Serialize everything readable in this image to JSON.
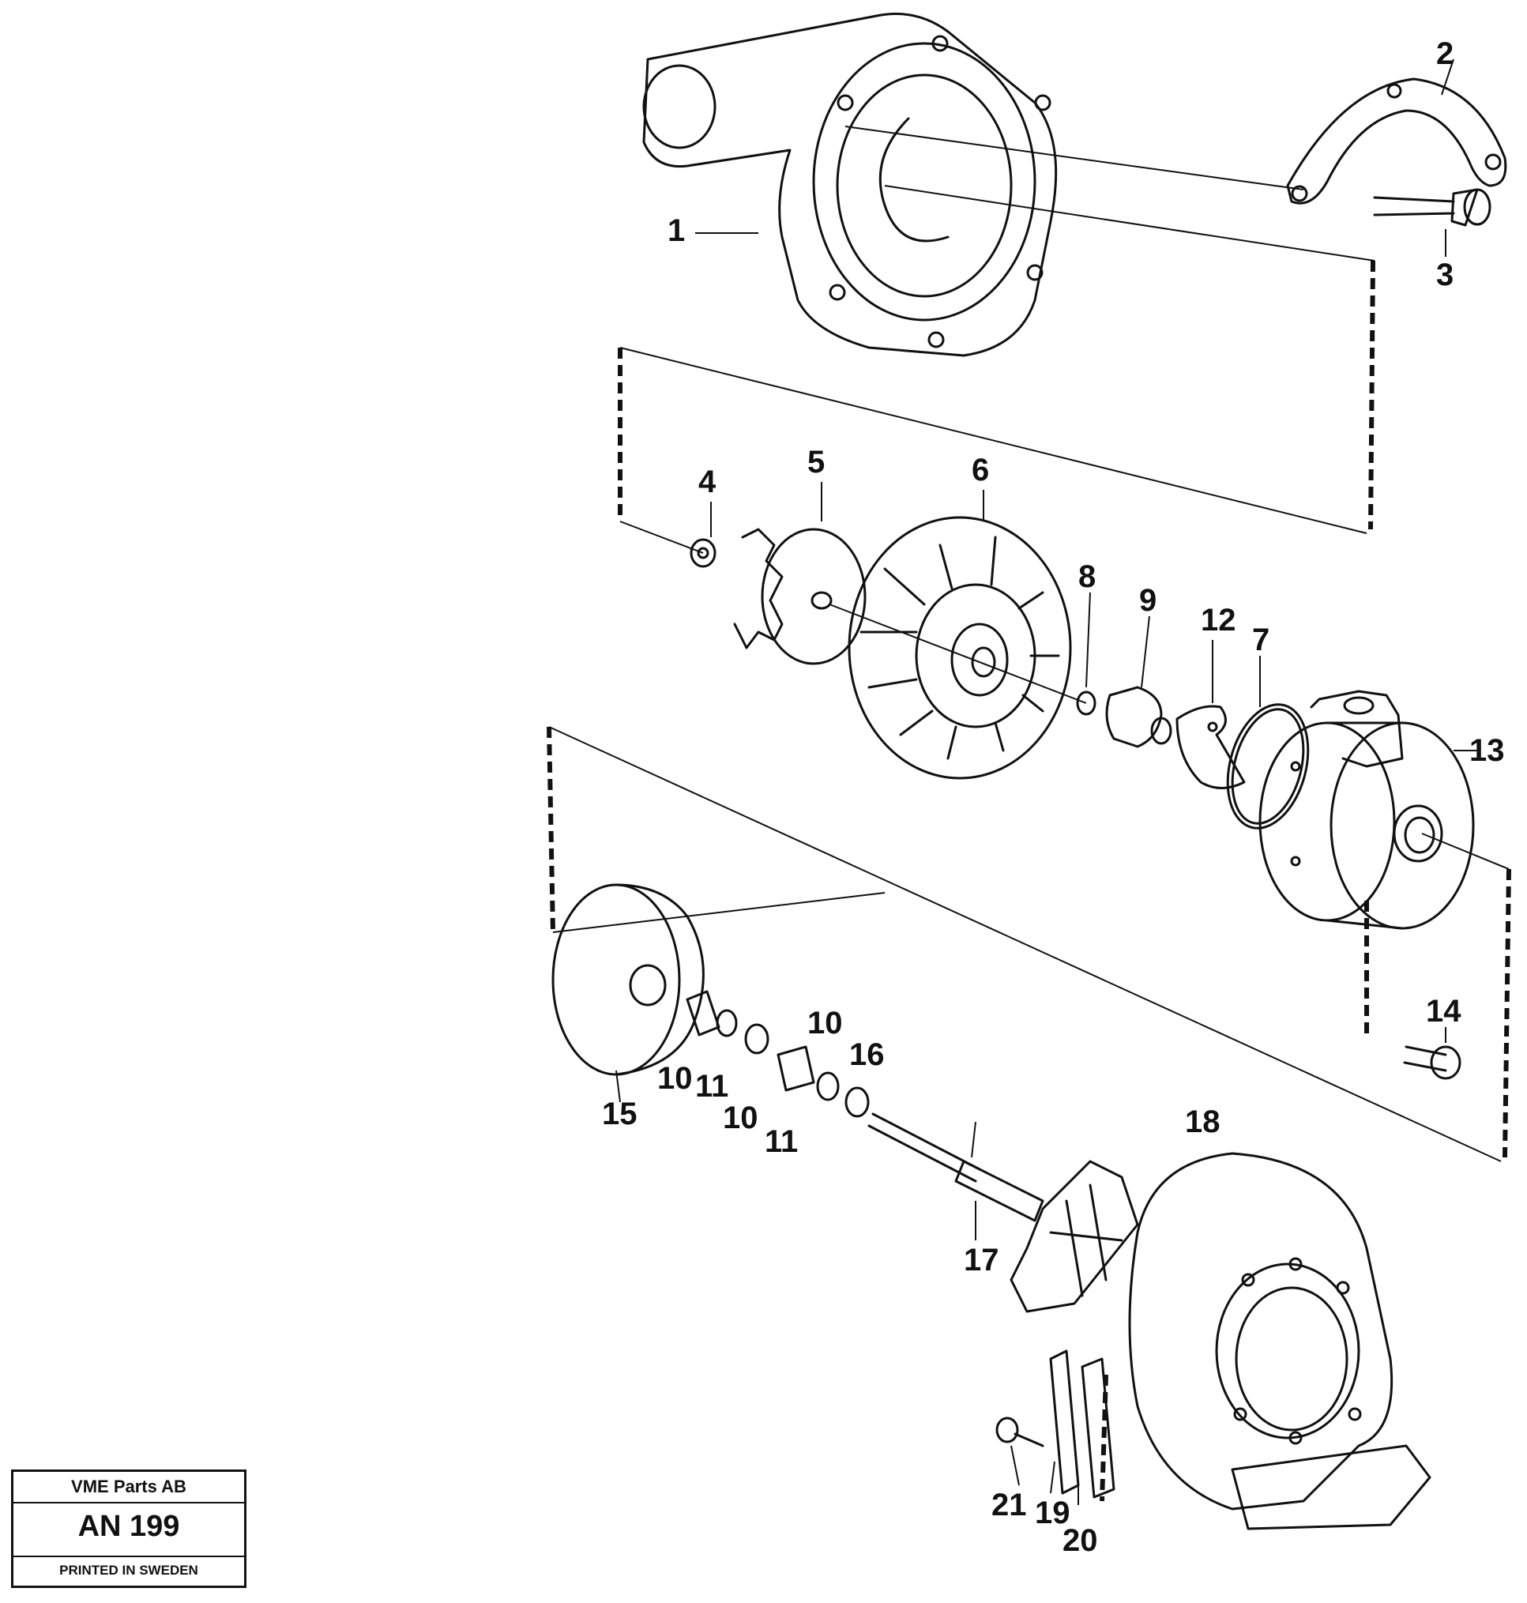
{
  "diagram": {
    "callouts": [
      "1",
      "2",
      "3",
      "4",
      "5",
      "6",
      "8",
      "9",
      "12",
      "7",
      "13",
      "14",
      "15",
      "10",
      "11",
      "10",
      "11",
      "10",
      "11",
      "16",
      "18",
      "17",
      "21",
      "19",
      "20"
    ]
  },
  "title_block": {
    "company": "VME Parts AB",
    "document": "AN 199",
    "printed": "PRINTED IN SWEDEN"
  },
  "colors": {
    "ink": "#111111",
    "paper": "#ffffff"
  }
}
